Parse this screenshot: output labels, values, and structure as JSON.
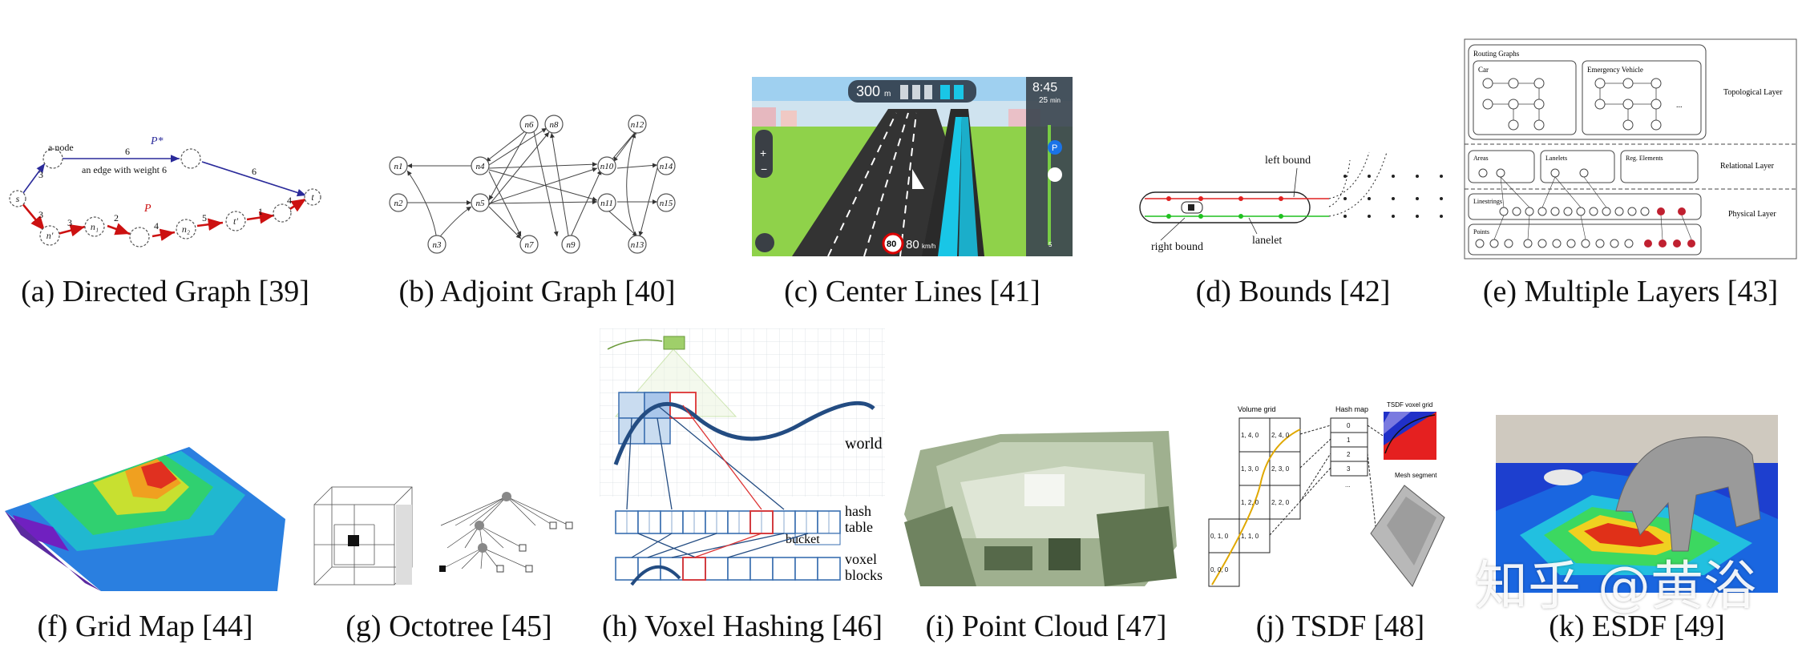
{
  "captions": {
    "a": "(a) Directed Graph [39]",
    "b": "(b) Adjoint Graph [40]",
    "c": "(c) Center Lines [41]",
    "d": "(d) Bounds [42]",
    "e": "(e) Multiple Layers [43]",
    "f": "(f) Grid Map [44]",
    "g": "(g) Octotree [45]",
    "h": "(h) Voxel Hashing [46]",
    "i": "(i) Point Cloud [47]",
    "j": "(j) TSDF [48]",
    "k": "(k) ESDF [49]"
  },
  "panel_a": {
    "node_label": "a node",
    "edge_label": "an edge with weight 6",
    "p_star": "P*",
    "p": "P",
    "w6a": "6",
    "w6b": "6",
    "w3a": "3",
    "w3b": "3",
    "w3c": "3",
    "w2": "2",
    "w4a": "4",
    "w4b": "4",
    "w5": "5",
    "w1": "1",
    "s": "s",
    "t": "t",
    "n1": "n₁",
    "n2": "n₂",
    "n_prime": "n'",
    "t_prime": "t'"
  },
  "panel_b": {
    "nodes": [
      "n1",
      "n2",
      "n3",
      "n4",
      "n5",
      "n6",
      "n7",
      "n8",
      "n9",
      "n10",
      "n11",
      "n12",
      "n13",
      "n14",
      "n15"
    ]
  },
  "panel_c": {
    "distance": "300",
    "distance_unit": "m",
    "time": "8:45",
    "eta": "25",
    "eta_unit": "min",
    "speed_limit": "80",
    "speed": "80",
    "speed_unit": "km/h",
    "remaining": "5",
    "parking_icon_label": "P"
  },
  "panel_d": {
    "left_bound": "left bound",
    "right_bound": "right bound",
    "lanelet": "lanelet"
  },
  "panel_e": {
    "routing_graphs": "Routing Graphs",
    "car": "Car",
    "emergency": "Emergency Vehicle",
    "topological": "Topological Layer",
    "areas": "Areas",
    "lanelets": "Lanelets",
    "reg_elements": "Reg. Elements",
    "relational": "Relational Layer",
    "linestrings": "Linestrings",
    "points": "Points",
    "physical": "Physical Layer",
    "ellipsis": "..."
  },
  "panel_h": {
    "world": "world",
    "hash_table": "hash\ntable",
    "hash_line1": "hash",
    "hash_line2": "table",
    "bucket": "bucket",
    "voxel_line1": "voxel",
    "voxel_line2": "blocks"
  },
  "panel_j": {
    "volume_grid": "Volume grid",
    "hash_map": "Hash map",
    "tsdf_voxel_grid": "TSDF voxel grid",
    "mesh_segment": "Mesh segment",
    "cells": [
      "1, 4, 0",
      "2, 4, 0",
      "1, 3, 0",
      "2, 3, 0",
      "1, 2, 0",
      "2, 2, 0",
      "0, 1, 0",
      "1, 1, 0",
      "0, 0, 0"
    ],
    "hash_rows": [
      "0",
      "1",
      "2",
      "3",
      "..."
    ]
  },
  "watermark": "知乎 @黄浴",
  "colors": {
    "graph_blue": "#2a2a9a",
    "graph_red": "#cc1111",
    "hash_blue": "#3a6fb0",
    "hash_red": "#d33",
    "grass": "#8fd24a",
    "sky": "#9fd0f0"
  }
}
